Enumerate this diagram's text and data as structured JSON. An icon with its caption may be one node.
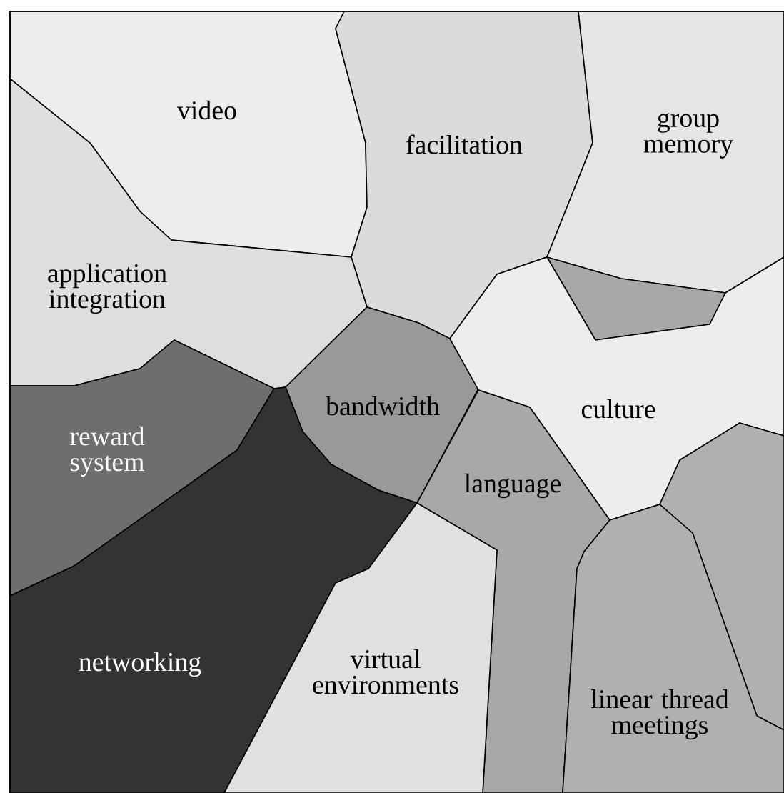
{
  "diagram": {
    "nodes": [
      {
        "text": [
          "video"
        ]
      },
      {
        "text": [
          "facilitation"
        ]
      },
      {
        "text": [
          "group memory"
        ]
      },
      {
        "text": [
          "application integration"
        ]
      },
      {
        "text": [],
        "shape": "polygon"
      },
      {
        "text": [
          "bandwidth"
        ]
      },
      {
        "text": [
          "culture"
        ]
      },
      {
        "text": [
          "reward system"
        ]
      },
      {
        "text": [
          "language"
        ]
      },
      {
        "text": [],
        "shape": "polygon"
      },
      {
        "text": [
          "networking"
        ]
      },
      {
        "text": [
          "virtual environments"
        ]
      },
      {
        "text": [
          "linear thread meetings"
        ]
      }
    ]
  }
}
